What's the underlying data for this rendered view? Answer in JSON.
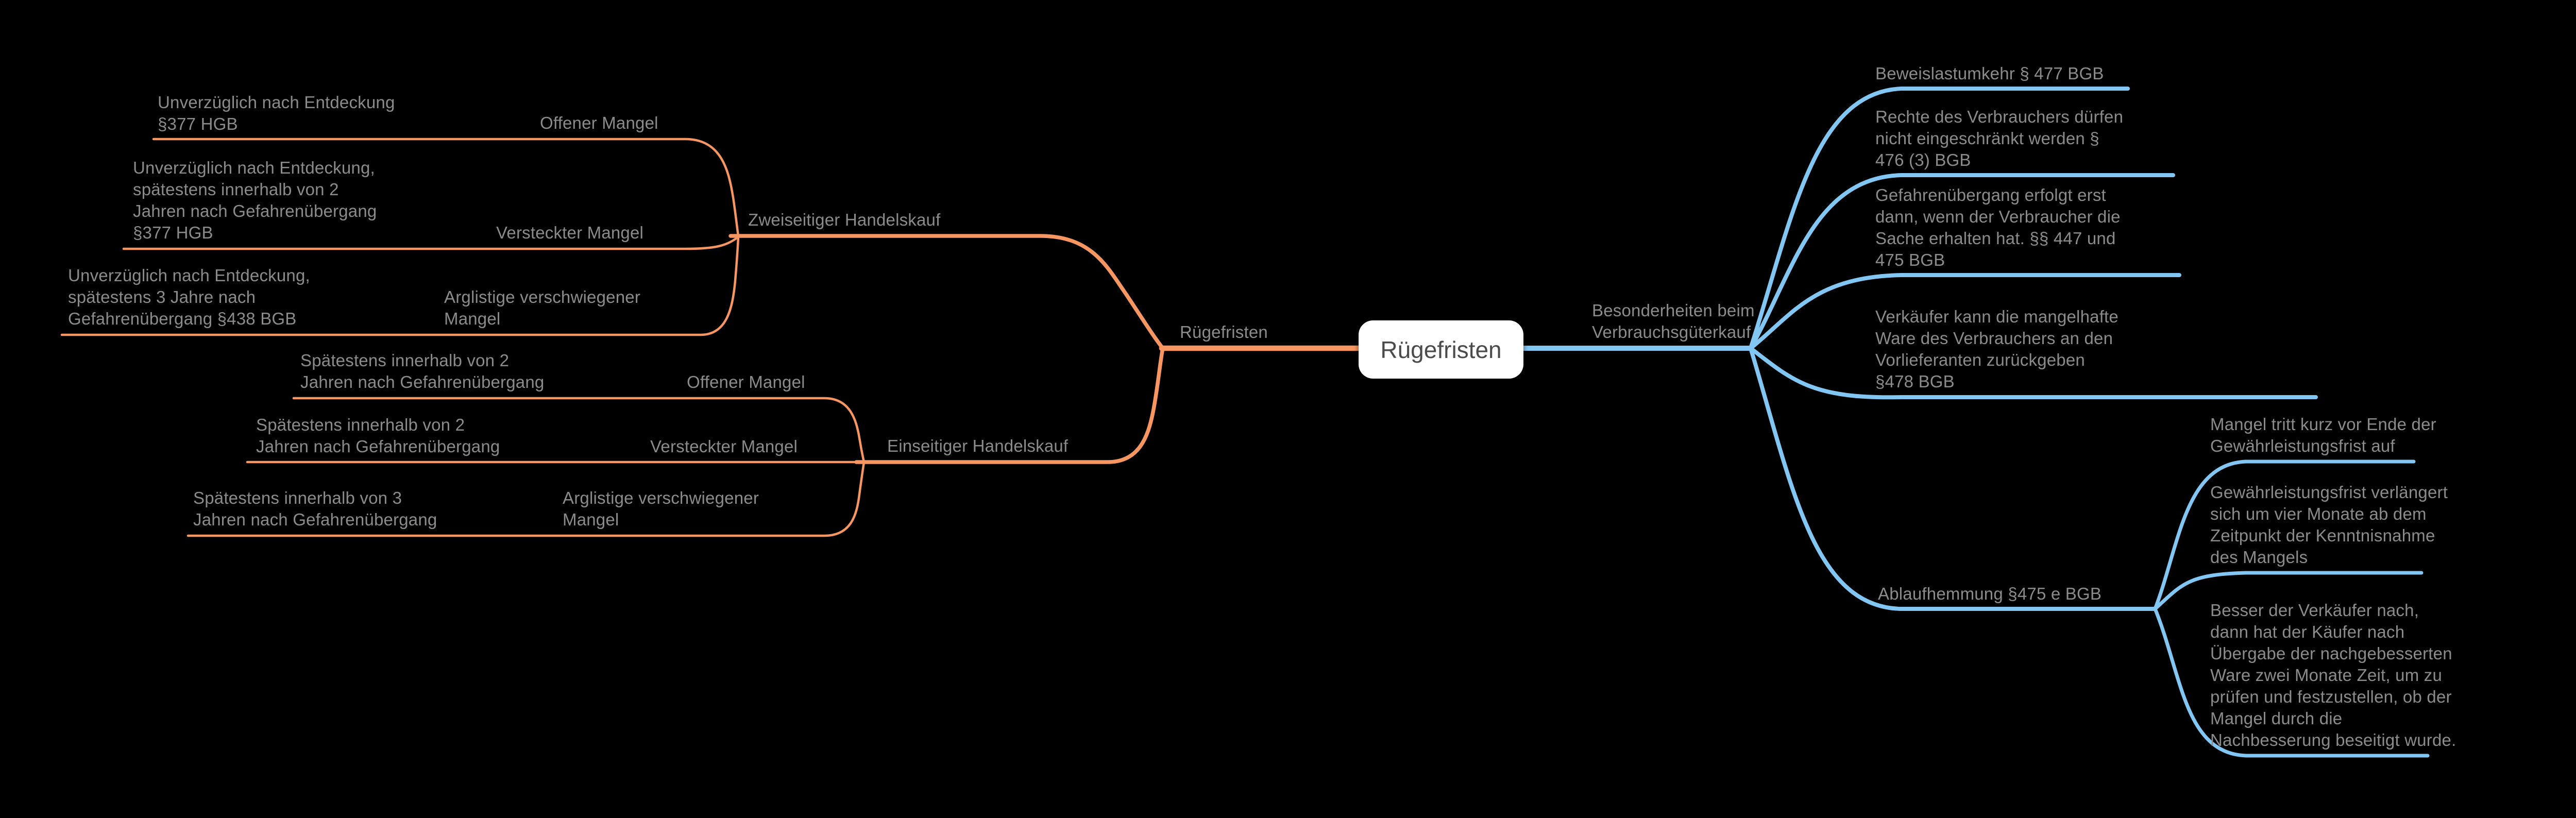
{
  "colors": {
    "background": "#000000",
    "orange_branch": "#f79661",
    "blue_branch": "#82c6f4",
    "node_text": "#8b8b8b",
    "root_text": "#4b4b4b",
    "root_background": "#ffffff"
  },
  "root": {
    "label": "Rügefristen"
  },
  "left_branch": {
    "label": "Rügefristen",
    "groups": [
      {
        "label": "Zweiseitiger Handelskauf",
        "rows": [
          {
            "label": "Offener Mangel",
            "detail": "Unverzüglich nach Entdeckung\n§377 HGB"
          },
          {
            "label": "Versteckter Mangel",
            "detail": "Unverzüglich nach Entdeckung,\nspätestens innerhalb von 2\nJahren nach Gefahrenübergang\n§377 HGB"
          },
          {
            "label": "Arglistige verschwiegener\nMangel",
            "detail": "Unverzüglich nach Entdeckung,\nspätestens 3 Jahre nach\nGefahrenübergang §438 BGB"
          }
        ]
      },
      {
        "label": "Einseitiger Handelskauf",
        "rows": [
          {
            "label": "Offener Mangel",
            "detail": "Spätestens innerhalb von 2\nJahren nach Gefahrenübergang"
          },
          {
            "label": "Versteckter Mangel",
            "detail": "Spätestens innerhalb von 2\nJahren nach Gefahrenübergang"
          },
          {
            "label": "Arglistige verschwiegener\nMangel",
            "detail": "Spätestens innerhalb von 3\nJahren nach Gefahrenübergang"
          }
        ]
      }
    ]
  },
  "right_branch": {
    "label": "Besonderheiten beim\nVerbrauchsgüterkauf",
    "items": [
      {
        "label": "Beweislastumkehr § 477 BGB"
      },
      {
        "label": "Rechte des Verbrauchers dürfen\nnicht eingeschränkt werden §\n476 (3) BGB"
      },
      {
        "label": "Gefahrenübergang erfolgt erst\ndann, wenn der Verbraucher die\nSache erhalten hat. §§ 447 und\n475 BGB"
      },
      {
        "label": "Verkäufer kann die mangelhafte\nWare des Verbrauchers an den\nVorlieferanten zurückgeben\n§478 BGB"
      },
      {
        "label": "Ablaufhemmung §475 e BGB",
        "children": [
          {
            "label": "Mangel tritt kurz vor Ende der\nGewährleistungsfrist auf"
          },
          {
            "label": "Gewährleistungsfrist verlängert\nsich um vier Monate ab dem\nZeitpunkt der Kenntnisnahme\ndes Mangels"
          },
          {
            "label": "Besser der Verkäufer nach,\ndann hat der Käufer nach\nÜbergabe der nachgebesserten\nWare zwei Monate Zeit, um zu\nprüfen und festzustellen, ob der\nMangel durch die\nNachbesserung beseitigt wurde."
          }
        ]
      }
    ]
  }
}
